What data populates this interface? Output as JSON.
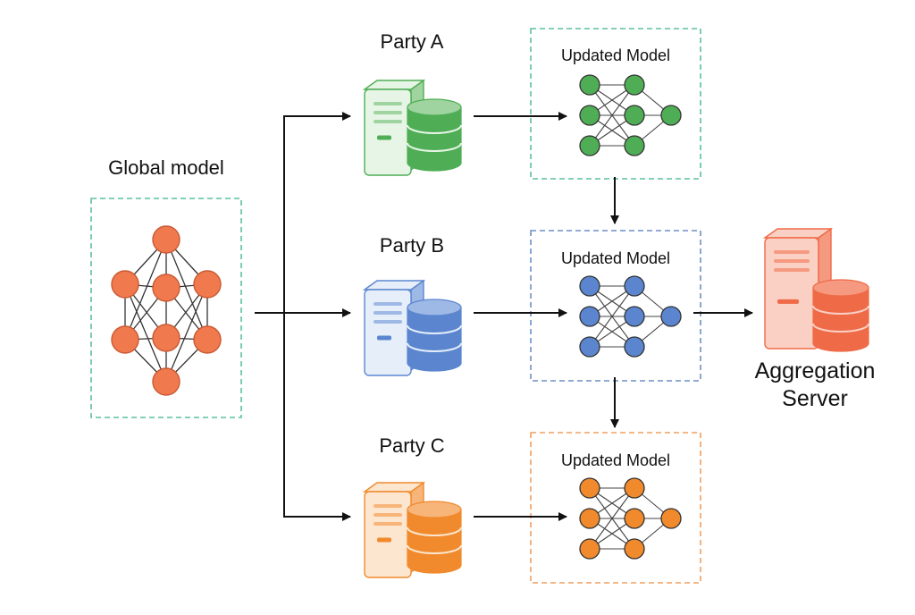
{
  "global_model": {
    "title": "Global model",
    "color": "#f07a4e",
    "border": "#5bbf9f"
  },
  "parties": [
    {
      "id": "a",
      "title": "Party A",
      "updated_model_title": "Updated Model",
      "color_light": "#e7f5e7",
      "color_mid": "#9fd39f",
      "color_dark": "#4fae55",
      "frame_color": "#5bbf9f"
    },
    {
      "id": "b",
      "title": "Party B",
      "updated_model_title": "Updated Model",
      "color_light": "#e6eefa",
      "color_mid": "#9fb9e6",
      "color_dark": "#5b86cf",
      "frame_color": "#6f8fc7"
    },
    {
      "id": "c",
      "title": "Party C",
      "updated_model_title": "Updated Model",
      "color_light": "#fde6cf",
      "color_mid": "#f8b57a",
      "color_dark": "#f08a2c",
      "frame_color": "#f0a060"
    }
  ],
  "aggregation_server": {
    "title_line1": "Aggregation",
    "title_line2": "Server",
    "color_light": "#fbd0c4",
    "color_mid": "#f59a80",
    "color_dark": "#ef6a47"
  },
  "icons": {
    "server": "server-icon",
    "database": "database-icon",
    "network": "neural-network-icon"
  }
}
